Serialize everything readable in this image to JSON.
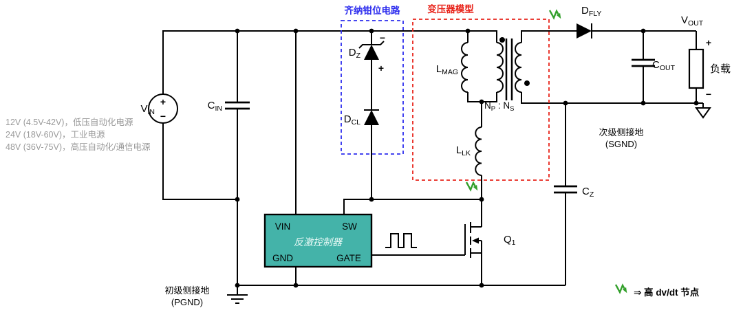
{
  "colors": {
    "controller_fill": "#44b3a9",
    "clamp_box_blue": "#2b2bee",
    "transformer_box_red": "#e8231a",
    "dvdt_green": "#33a02c",
    "note_gray": "#9a9a9a"
  },
  "annotations": {
    "clamp_box_title": "齐纳钳位电路",
    "transformer_box_title": "变压器模型",
    "legend_text": "⇒ 高 dv/dt 节点",
    "input_notes": [
      "12V (4.5V-42V)，低压自动化电源",
      "24V (18V-60V)，工业电源",
      "48V (36V-75V)，高压自动化/通信电源"
    ]
  },
  "source": {
    "main": "V",
    "sub": "IN",
    "plus": "+",
    "minus": "−"
  },
  "components": {
    "cin": {
      "main": "C",
      "sub": "IN"
    },
    "dz": {
      "main": "D",
      "sub": "Z",
      "minus": "−",
      "plus": "+"
    },
    "dcl": {
      "main": "D",
      "sub": "CL"
    },
    "lmag": {
      "main": "L",
      "sub": "MAG"
    },
    "llk": {
      "main": "L",
      "sub": "LK"
    },
    "ratio": {
      "p_main": "N",
      "p_sub": "P",
      "mid": " : N",
      "s_sub": "S"
    },
    "dfly": {
      "main": "D",
      "sub": "FLY"
    },
    "vout": {
      "main": "V",
      "sub": "OUT"
    },
    "cout": {
      "main": "C",
      "sub": "OUT"
    },
    "cz": {
      "main": "C",
      "sub": "Z"
    },
    "q1": {
      "main": "Q",
      "sub": "1"
    },
    "load": {
      "label": "负载",
      "plus": "+",
      "minus": "−"
    }
  },
  "controller": {
    "title": "反激控制器",
    "pins": {
      "vin": "VIN",
      "sw": "SW",
      "gnd": "GND",
      "gate": "GATE"
    }
  },
  "grounds": {
    "pgnd": {
      "line1": "初级侧接地",
      "line2": "(PGND)"
    },
    "sgnd": {
      "line1": "次级侧接地",
      "line2": "(SGND)"
    }
  }
}
